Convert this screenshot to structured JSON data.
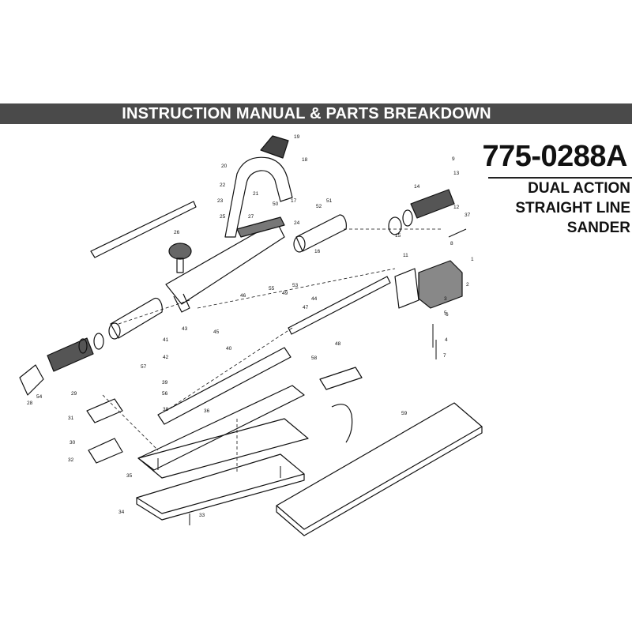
{
  "banner": {
    "title": "INSTRUCTION MANUAL & PARTS BREAKDOWN"
  },
  "product": {
    "model": "775-0288A",
    "lines": [
      "DUAL ACTION",
      "STRAIGHT LINE",
      "SANDER"
    ]
  },
  "diagram": {
    "part_numbers": [
      "1",
      "2",
      "3",
      "4",
      "5",
      "6",
      "7",
      "8",
      "9",
      "11",
      "12",
      "13",
      "14",
      "15",
      "16",
      "17",
      "18",
      "19",
      "20",
      "21",
      "22",
      "23",
      "24",
      "25",
      "26",
      "27",
      "28",
      "29",
      "30",
      "31",
      "32",
      "33",
      "34",
      "35",
      "36",
      "37",
      "38",
      "39",
      "40",
      "41",
      "42",
      "43",
      "44",
      "45",
      "46",
      "47",
      "48",
      "49",
      "50",
      "51",
      "52",
      "53",
      "54",
      "55",
      "56",
      "57",
      "58",
      "59"
    ]
  }
}
